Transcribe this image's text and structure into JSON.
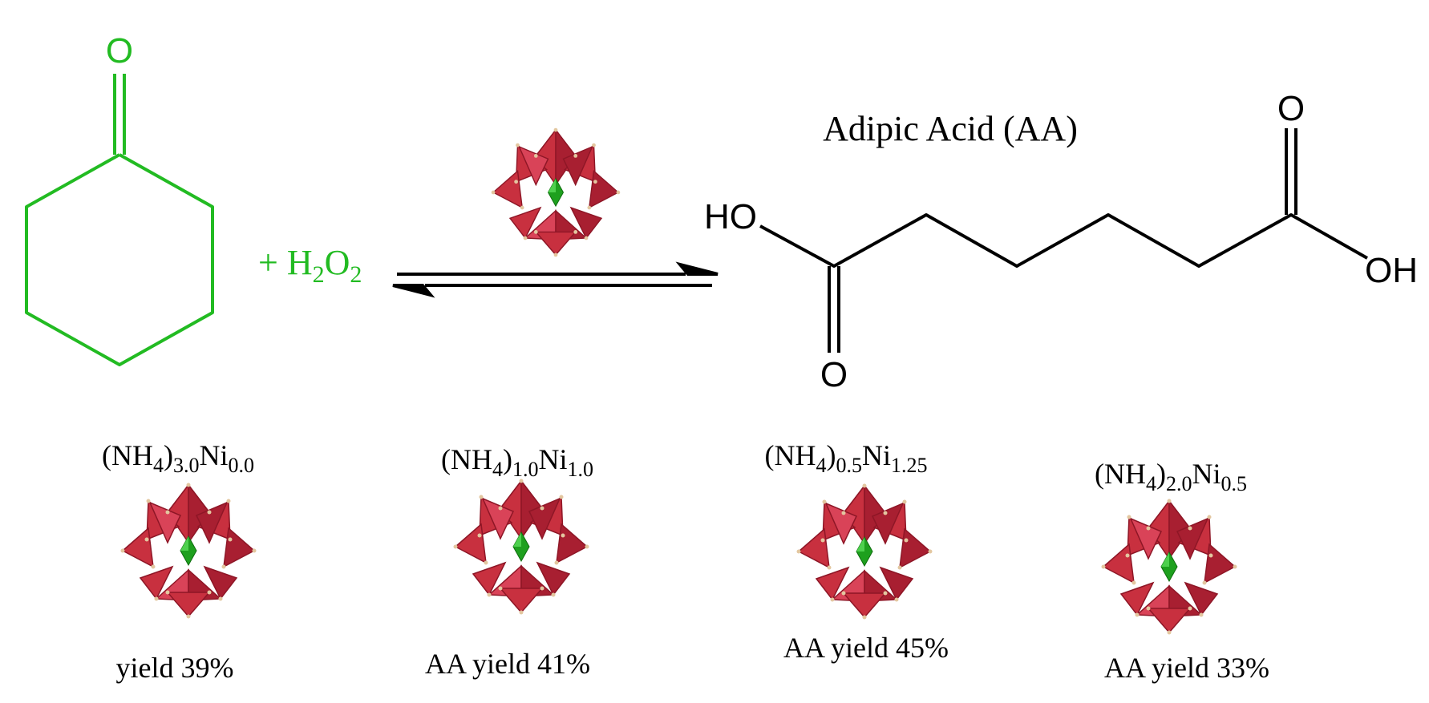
{
  "colors": {
    "reactant": "#22bb22",
    "product": "#000000",
    "cluster_face": "#c8303f",
    "cluster_dark": "#8e1626",
    "cluster_light": "#e0566a",
    "cluster_center": "#1ea01e",
    "cluster_vertex": "#e3c7a0"
  },
  "reactant": {
    "oxygen_label": "O",
    "reagent_plus": "+ H",
    "reagent_sub_1": "2",
    "reagent_o": "O",
    "reagent_sub_2": "2"
  },
  "catalyst_icon": "polyoxometalate-cluster-icon",
  "product": {
    "name": "Adipic Acid (AA)",
    "left_hydroxyl": "HO",
    "left_oxygen": "O",
    "right_oxygen": "O",
    "right_hydroxyl": "OH"
  },
  "catalysts": [
    {
      "prefix": "(NH",
      "sub_h": "4",
      "close": ")",
      "sub_ammonium": "3.0",
      "metal": "Ni",
      "sub_metal": "0.0",
      "yield_label": "yield 39%"
    },
    {
      "prefix": "(NH",
      "sub_h": "4",
      "close": ")",
      "sub_ammonium": "1.0",
      "metal": "Ni",
      "sub_metal": "1.0",
      "yield_label": "AA yield 41%"
    },
    {
      "prefix": "(NH",
      "sub_h": "4",
      "close": ")",
      "sub_ammonium": "0.5",
      "metal": "Ni",
      "sub_metal": "1.25",
      "yield_label": "AA yield 45%"
    },
    {
      "prefix": "(NH",
      "sub_h": "4",
      "close": ")",
      "sub_ammonium": "2.0",
      "metal": "Ni",
      "sub_metal": "0.5",
      "yield_label": "AA yield 33%"
    }
  ]
}
